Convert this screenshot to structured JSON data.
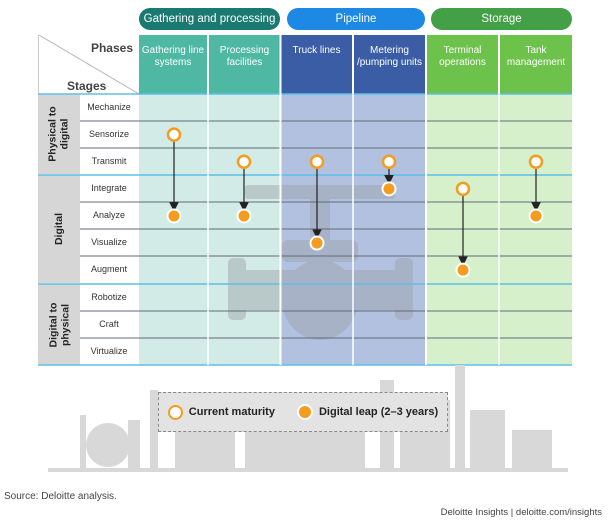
{
  "header_bands": [
    {
      "label": "Gathering and processing",
      "color": "#1a7a72"
    },
    {
      "label": "Pipeline",
      "color": "#1e88e5"
    },
    {
      "label": "Storage",
      "color": "#43a047"
    }
  ],
  "corner": {
    "phases_label": "Phases",
    "stages_label": "Stages"
  },
  "phases": [
    {
      "label": "Gathering line systems",
      "color": "#4fb8a3"
    },
    {
      "label": "Processing facilities",
      "color": "#4fb8a3"
    },
    {
      "label": "Truck lines",
      "color": "#3a5da6"
    },
    {
      "label": "Metering /pumping units",
      "color": "#3a5da6"
    },
    {
      "label": "Terminal operations",
      "color": "#6cc24a"
    },
    {
      "label": "Tank management",
      "color": "#6cc24a"
    }
  ],
  "stage_groups": [
    {
      "label": "Physical to\ndigital"
    },
    {
      "label": "Digital"
    },
    {
      "label": "Digital to\nphysical"
    }
  ],
  "stages": [
    "Mechanize",
    "Sensorize",
    "Transmit",
    "Integrate",
    "Analyze",
    "Visualize",
    "Augment",
    "Robotize",
    "Craft",
    "Virtualize"
  ],
  "transitions": [
    {
      "phase": 0,
      "current": "Sensorize",
      "leap": "Analyze"
    },
    {
      "phase": 1,
      "current": "Transmit",
      "leap": "Analyze"
    },
    {
      "phase": 2,
      "current": "Transmit",
      "leap": "Visualize"
    },
    {
      "phase": 3,
      "current": "Transmit",
      "leap": "Integrate"
    },
    {
      "phase": 4,
      "current": "Integrate",
      "leap": "Augment"
    },
    {
      "phase": 5,
      "current": "Transmit",
      "leap": "Analyze"
    }
  ],
  "legend": {
    "current_label": "Current maturity",
    "leap_label": "Digital leap (2–3 years)",
    "marker_color": "#f39c1f"
  },
  "footer": {
    "source": "Source: Deloitte analysis.",
    "brand": "Deloitte Insights | deloitte.com/insights"
  }
}
